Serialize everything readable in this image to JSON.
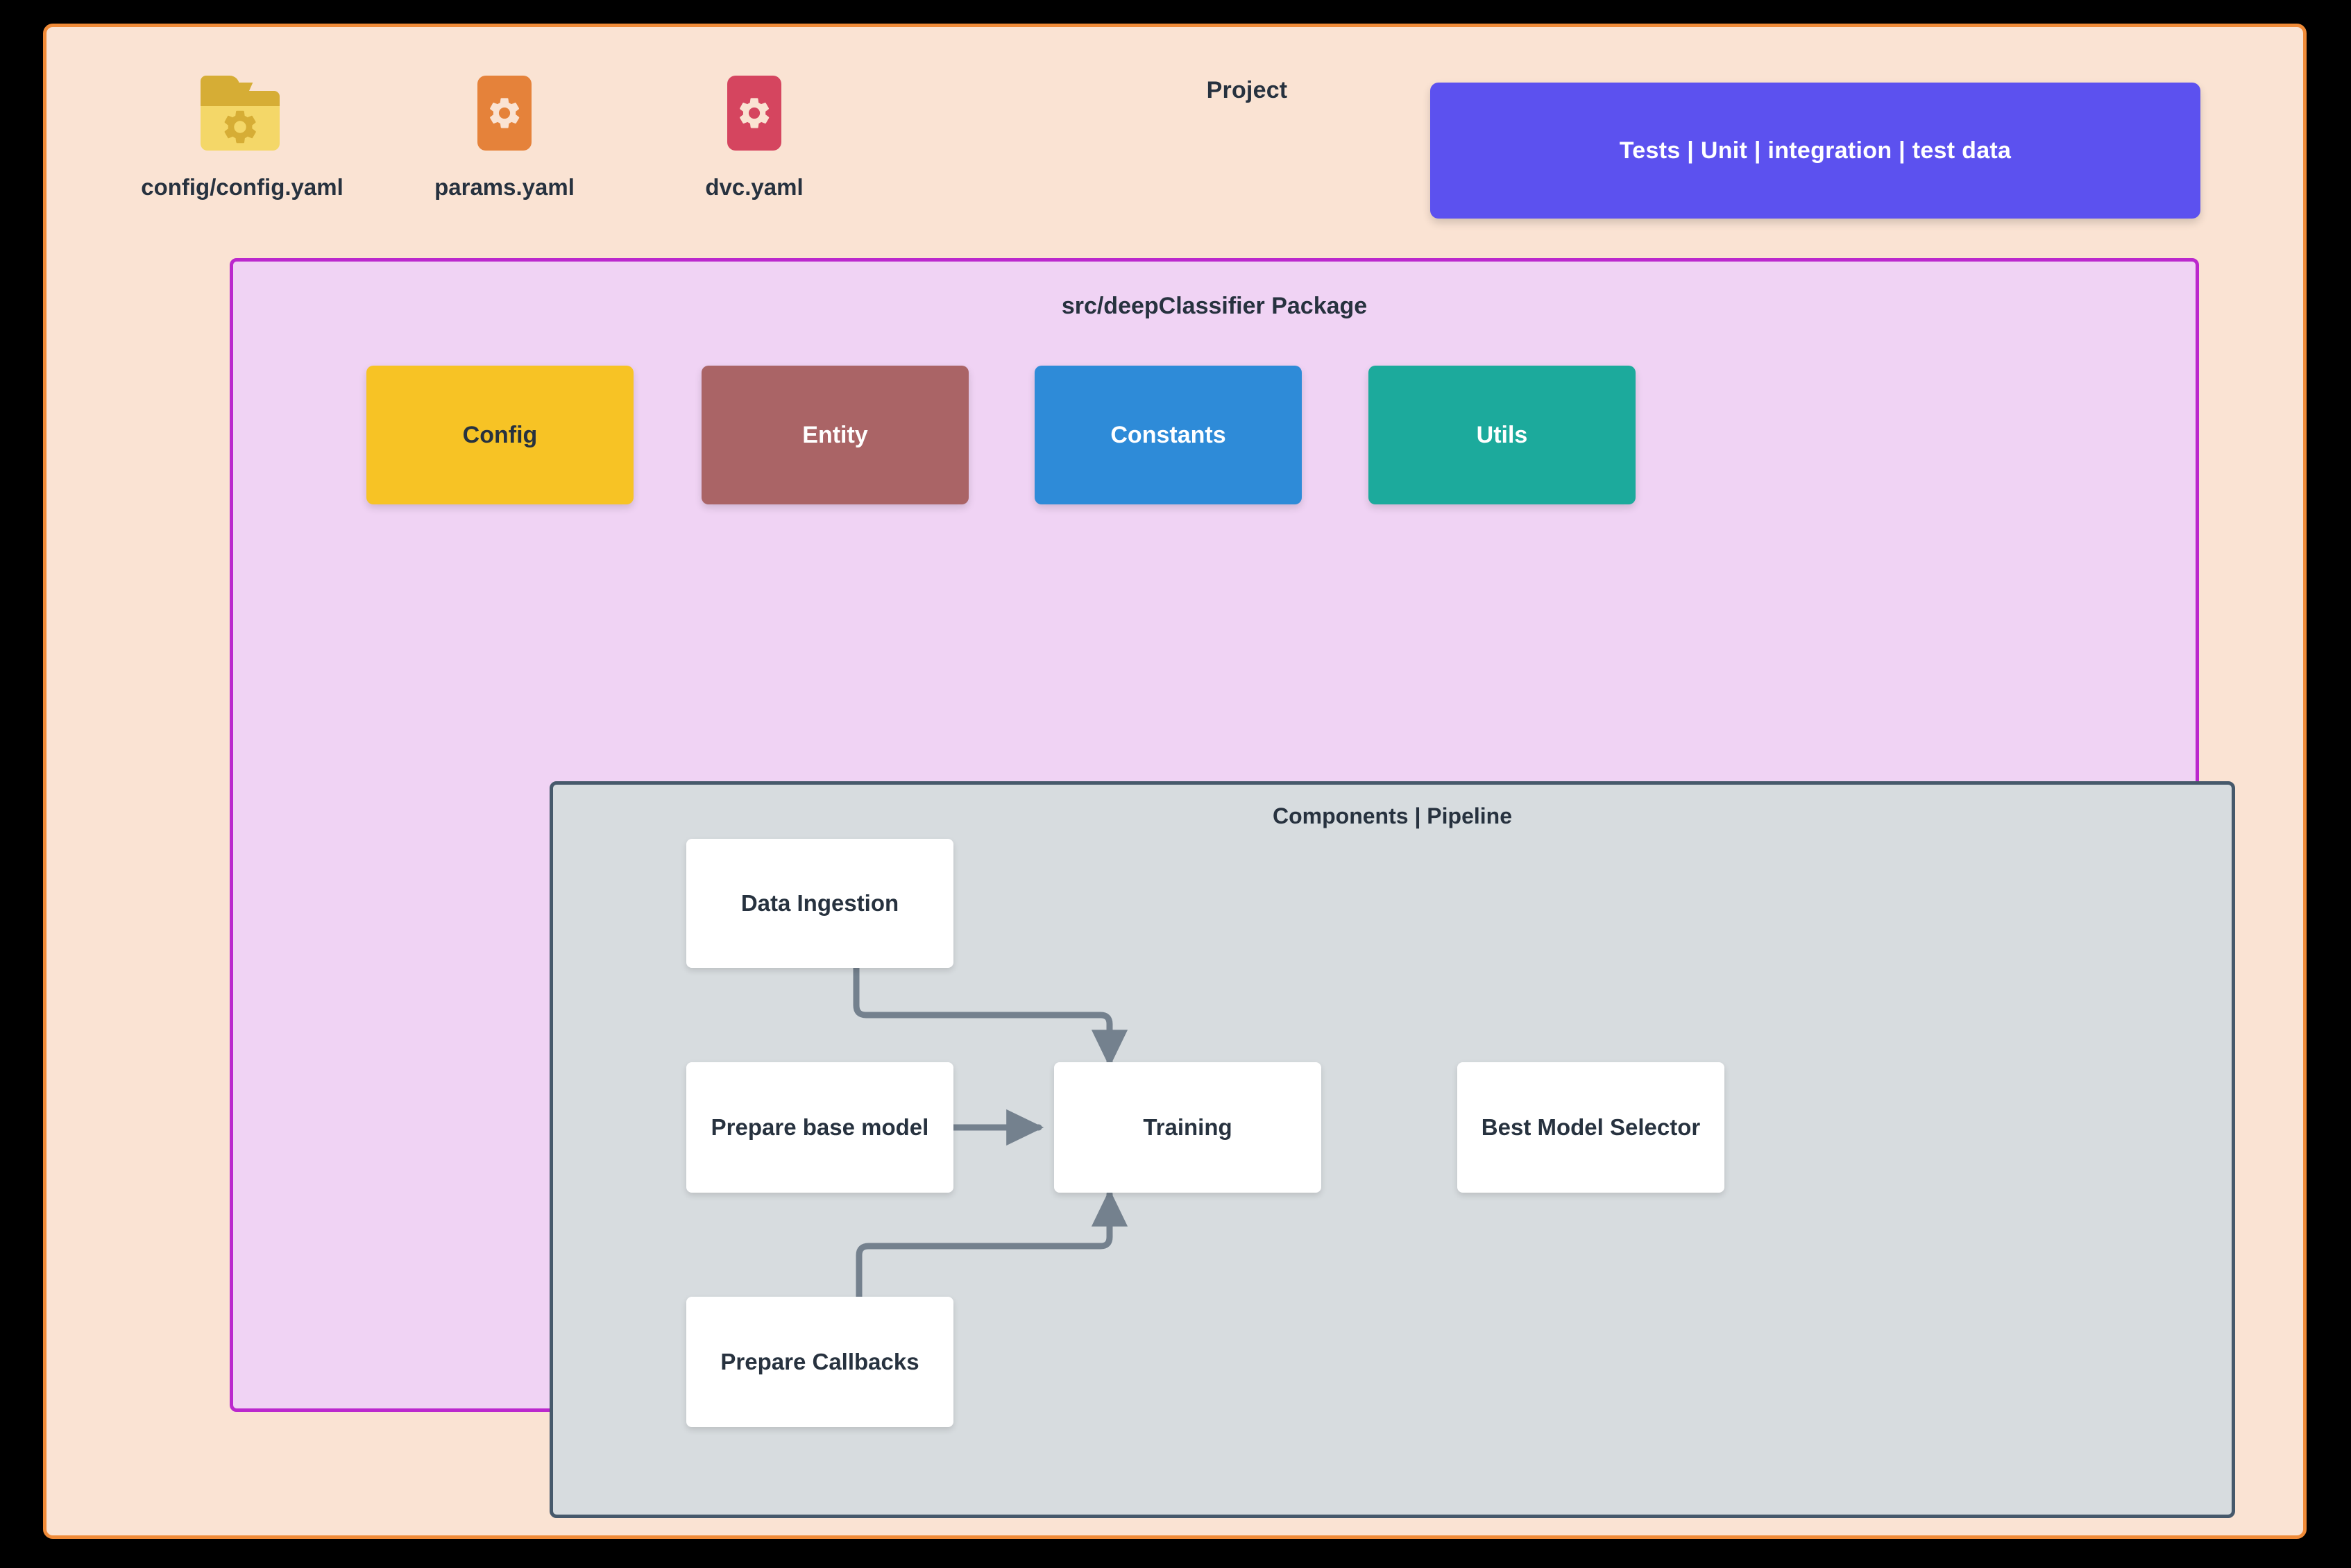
{
  "page": {
    "title": "Project",
    "background_color": "#000000",
    "panel_color": "#FAE3D3",
    "panel_border_color": "#F08B38"
  },
  "files": [
    {
      "label": "config/config.yaml",
      "icon": "folder-gear-icon",
      "color": "#F4D768",
      "accent": "#D6AD35"
    },
    {
      "label": "params.yaml",
      "icon": "file-gear-icon",
      "color": "#E5823A",
      "accent": "#FAE3D3"
    },
    {
      "label": "dvc.yaml",
      "icon": "file-gear-icon",
      "color": "#D5455F",
      "accent": "#FAE3D3"
    }
  ],
  "tests": {
    "label": "Tests | Unit | integration | test data",
    "color": "#5C51EF",
    "text_color": "#FFFFFF"
  },
  "package": {
    "title": "src/deepClassifier Package",
    "background_color": "#F0D3F4",
    "border_color": "#BB28CD",
    "modules": [
      {
        "label": "Config",
        "color": "#F7C325",
        "text_color": "#27323F"
      },
      {
        "label": "Entity",
        "color": "#AA6466",
        "text_color": "#FFFFFF"
      },
      {
        "label": "Constants",
        "color": "#2E8BD8",
        "text_color": "#FFFFFF"
      },
      {
        "label": "Utils",
        "color": "#1CAA9C",
        "text_color": "#FFFFFF"
      }
    ]
  },
  "pipeline": {
    "title": "Components | Pipeline",
    "background_color": "#D7DCDF",
    "border_color": "#46596B",
    "edge_color": "#74818E",
    "nodes": [
      {
        "id": "data-ingestion",
        "label": "Data Ingestion"
      },
      {
        "id": "prepare-base-model",
        "label": "Prepare base model"
      },
      {
        "id": "training",
        "label": "Training"
      },
      {
        "id": "best-model-selector",
        "label": "Best Model Selector"
      },
      {
        "id": "prepare-callbacks",
        "label": "Prepare Callbacks"
      }
    ],
    "edges": [
      {
        "from": "data-ingestion",
        "to": "training"
      },
      {
        "from": "prepare-base-model",
        "to": "training"
      },
      {
        "from": "prepare-callbacks",
        "to": "training"
      },
      {
        "from": "training",
        "to": "best-model-selector"
      }
    ]
  }
}
